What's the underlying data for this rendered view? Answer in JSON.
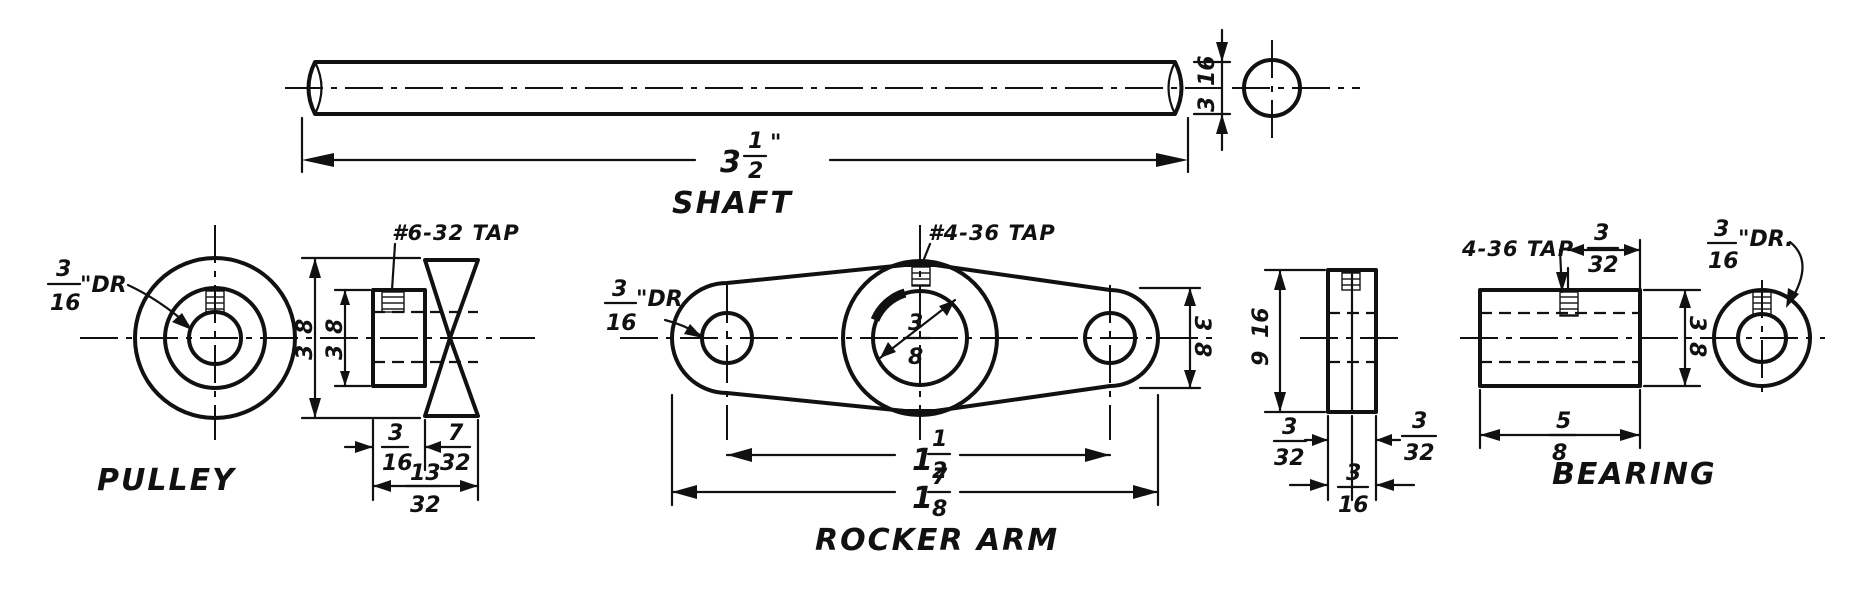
{
  "shaft": {
    "title": "SHAFT",
    "length_whole": "3",
    "length_num": "1",
    "length_den": "2",
    "length_mark": "\"",
    "dia_num": "3",
    "dia_den": "16"
  },
  "pulley": {
    "title": "PULLEY",
    "tap_note": "#6-32 TAP",
    "drill_num": "3",
    "drill_den": "16",
    "drill_mark": "\"DR",
    "outer_dia_num": "3",
    "outer_dia_den": "8",
    "hub_dia_num": "3",
    "hub_dia_den": "8",
    "hub_len_num": "3",
    "hub_len_den": "16",
    "groove_num": "7",
    "groove_den": "32",
    "overall_num": "13",
    "overall_den": "32"
  },
  "rocker_arm": {
    "title": "ROCKER ARM",
    "tap_note": "#4-36 TAP",
    "drill_num": "3",
    "drill_den": "16",
    "drill_mark": "\"DR",
    "bore_num": "3",
    "bore_den": "8",
    "centers_whole": "1",
    "centers_num": "1",
    "centers_den": "2",
    "overall_whole": "1",
    "overall_num": "7",
    "overall_den": "8",
    "end_dia_num": "3",
    "end_dia_den": "8"
  },
  "rocker_side": {
    "height_num": "9",
    "height_den": "16",
    "left_num": "3",
    "left_den": "32",
    "right_num": "3",
    "right_den": "32",
    "total_num": "3",
    "total_den": "16"
  },
  "bearing": {
    "title": "BEARING",
    "tap_note": "4-36 TAP",
    "tap_pos_num": "3",
    "tap_pos_den": "32",
    "length_num": "5",
    "length_den": "8",
    "dia_num": "3",
    "dia_den": "8",
    "drill_num": "3",
    "drill_den": "16",
    "drill_mark": "\"DR."
  }
}
